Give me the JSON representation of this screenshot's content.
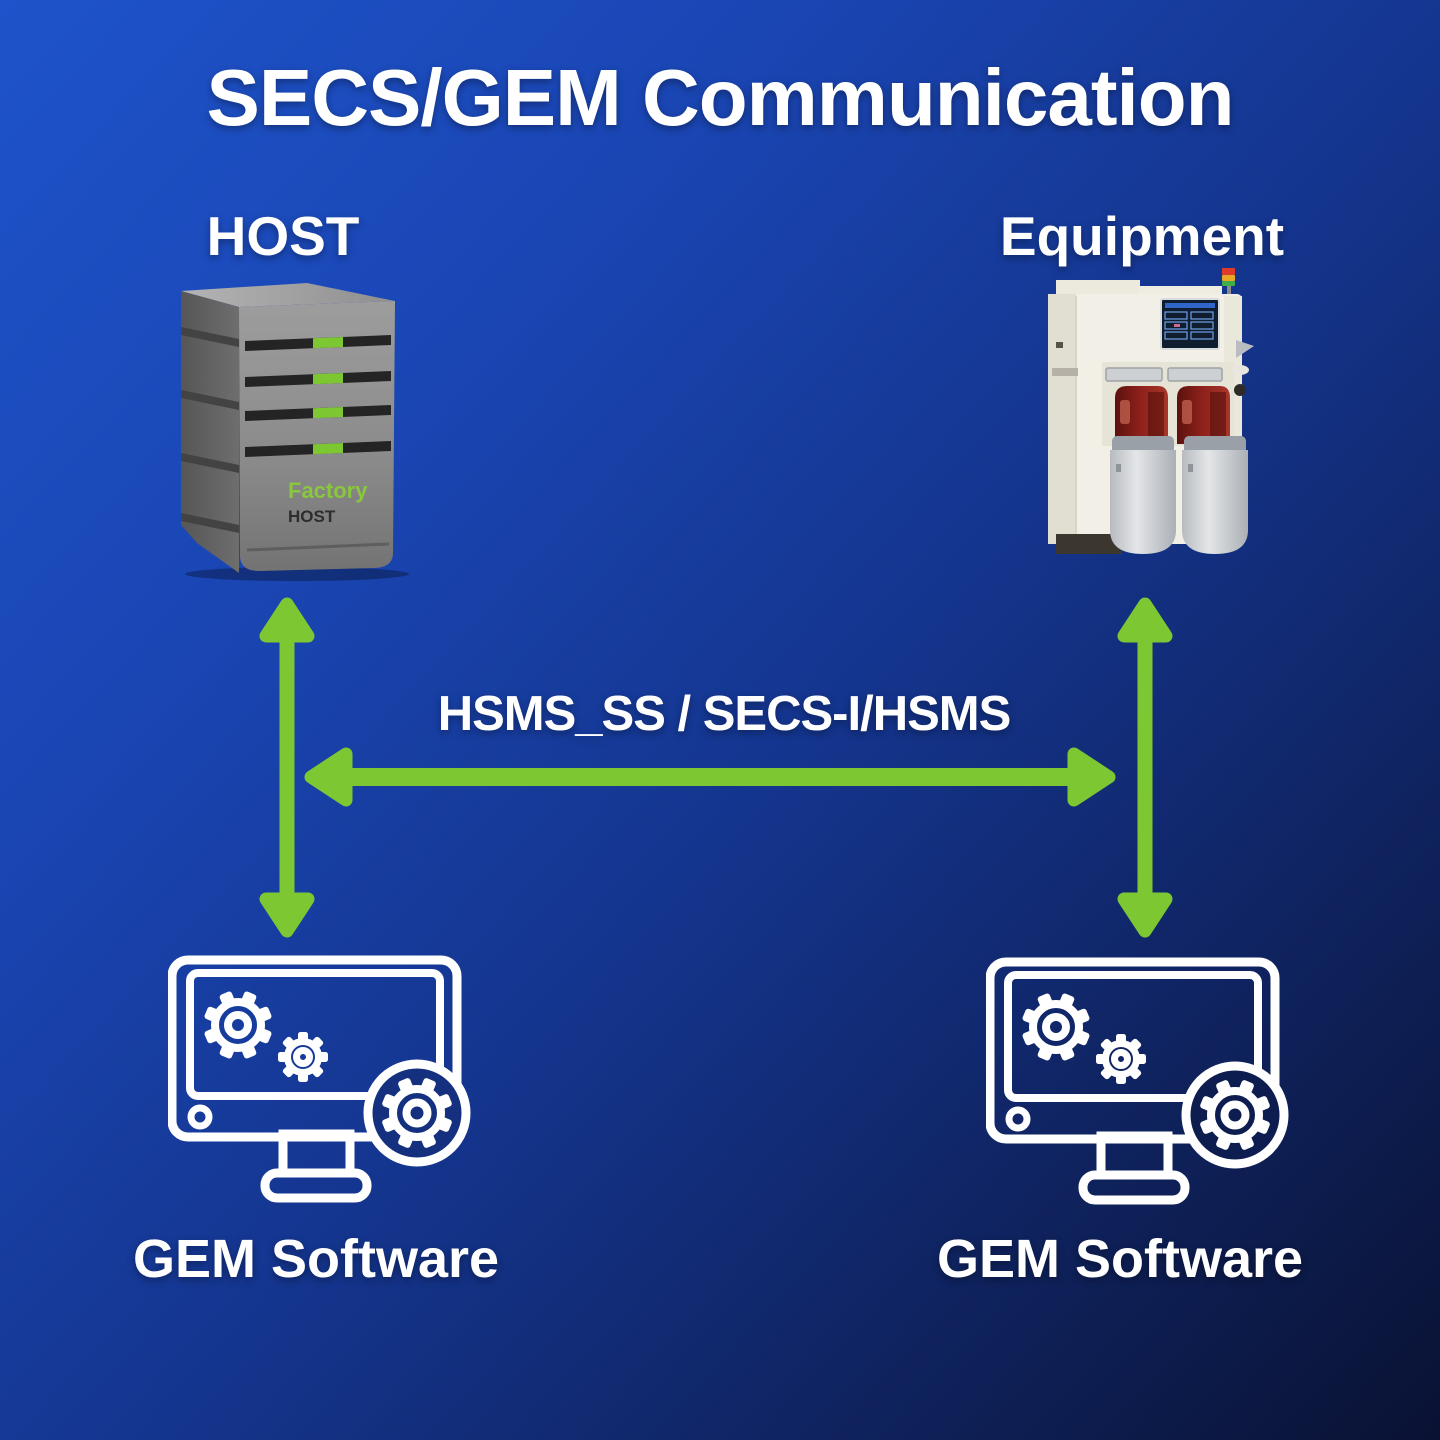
{
  "title": "SECS/GEM Communication",
  "colors": {
    "background_top": "#1e53ca",
    "background_bottom": "#0a1233",
    "accent_green": "#7dc832",
    "text_white": "#ffffff"
  },
  "host": {
    "label": "HOST",
    "server": {
      "brand_line1": "Factory",
      "brand_line2": "HOST"
    }
  },
  "equipment": {
    "label": "Equipment"
  },
  "connections": {
    "protocol_label": "HSMS_SS / SECS-I/HSMS",
    "arrow_color": "#7dc832",
    "items": [
      {
        "name": "host-to-gem-software",
        "type": "bidirectional-vertical"
      },
      {
        "name": "host-to-equipment",
        "type": "bidirectional-horizontal"
      },
      {
        "name": "equipment-to-gem-software",
        "type": "bidirectional-vertical"
      }
    ]
  },
  "gem_left": {
    "label": "GEM Software"
  },
  "gem_right": {
    "label": "GEM Software"
  },
  "icons": {
    "gem_software_icon": "monitor-with-gears-icon",
    "host_icon": "server-tower-illustration",
    "equipment_icon": "semiconductor-equipment-illustration",
    "signal_tower_icon": "signal-tower-icon"
  }
}
